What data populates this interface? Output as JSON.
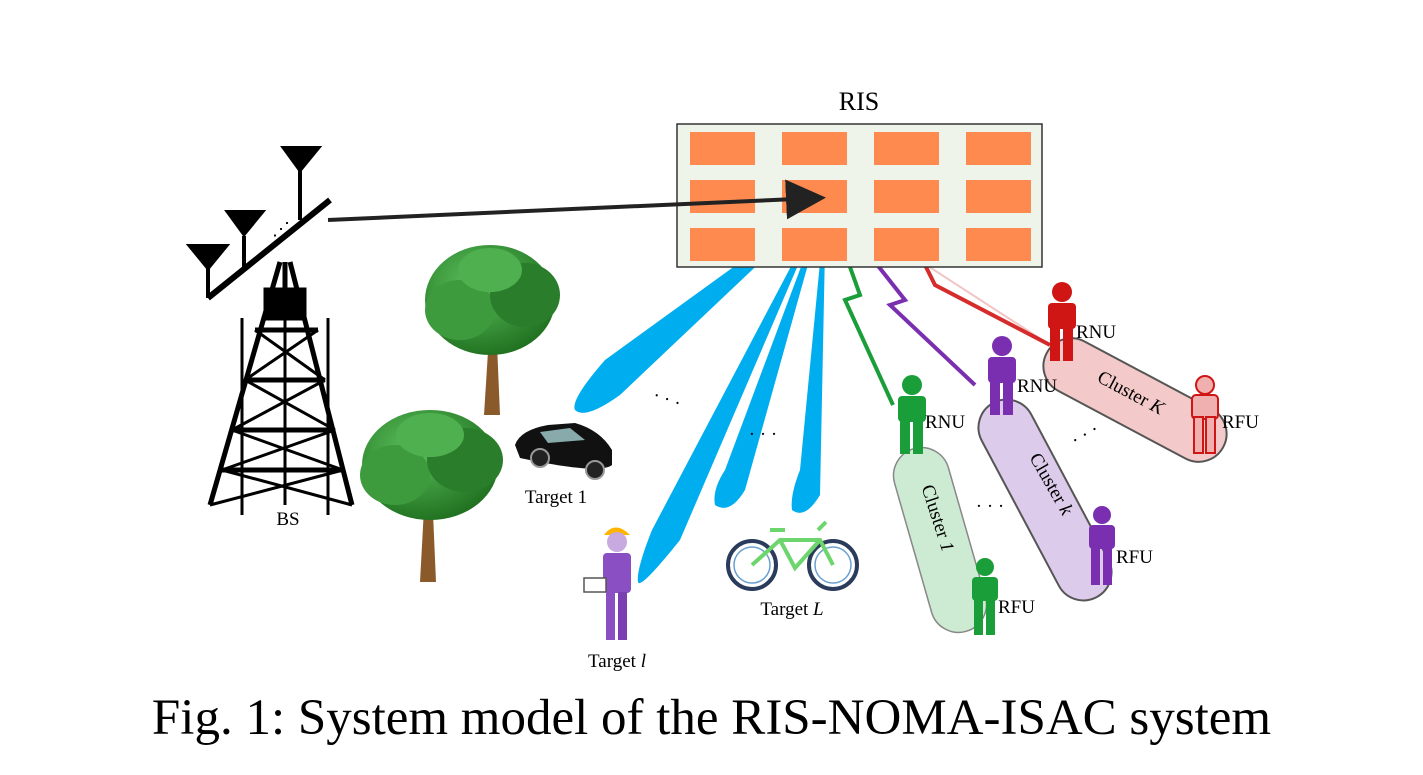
{
  "labels": {
    "ris": "RIS",
    "bs": "BS",
    "target_1": "Target 1",
    "target_l": "Target ",
    "target_l_var": "l",
    "target_L": "Target ",
    "target_L_var": "L",
    "rnu": "RNU",
    "rfu": "RFU",
    "cluster_word": "Cluster ",
    "cluster_1_var": "1",
    "cluster_k_var": "k",
    "cluster_K_var": "K",
    "ellipsis": "· · ·"
  },
  "caption": "Fig. 1: System model of the RIS-NOMA-ISAC system",
  "colors": {
    "ris_panel": "#eef4ea",
    "ris_element": "#ff8a50",
    "beam": "#00aeef",
    "cluster_1": "#1a9e3a",
    "cluster_1_bg": "#cdebd3",
    "cluster_k": "#7a2fb0",
    "cluster_k_bg": "#dccbea",
    "cluster_K": "#d01515",
    "cluster_K_bg": "#f4c9c9",
    "tree_leaf": "#2e8b2e",
    "tree_trunk": "#8b5a2b"
  }
}
